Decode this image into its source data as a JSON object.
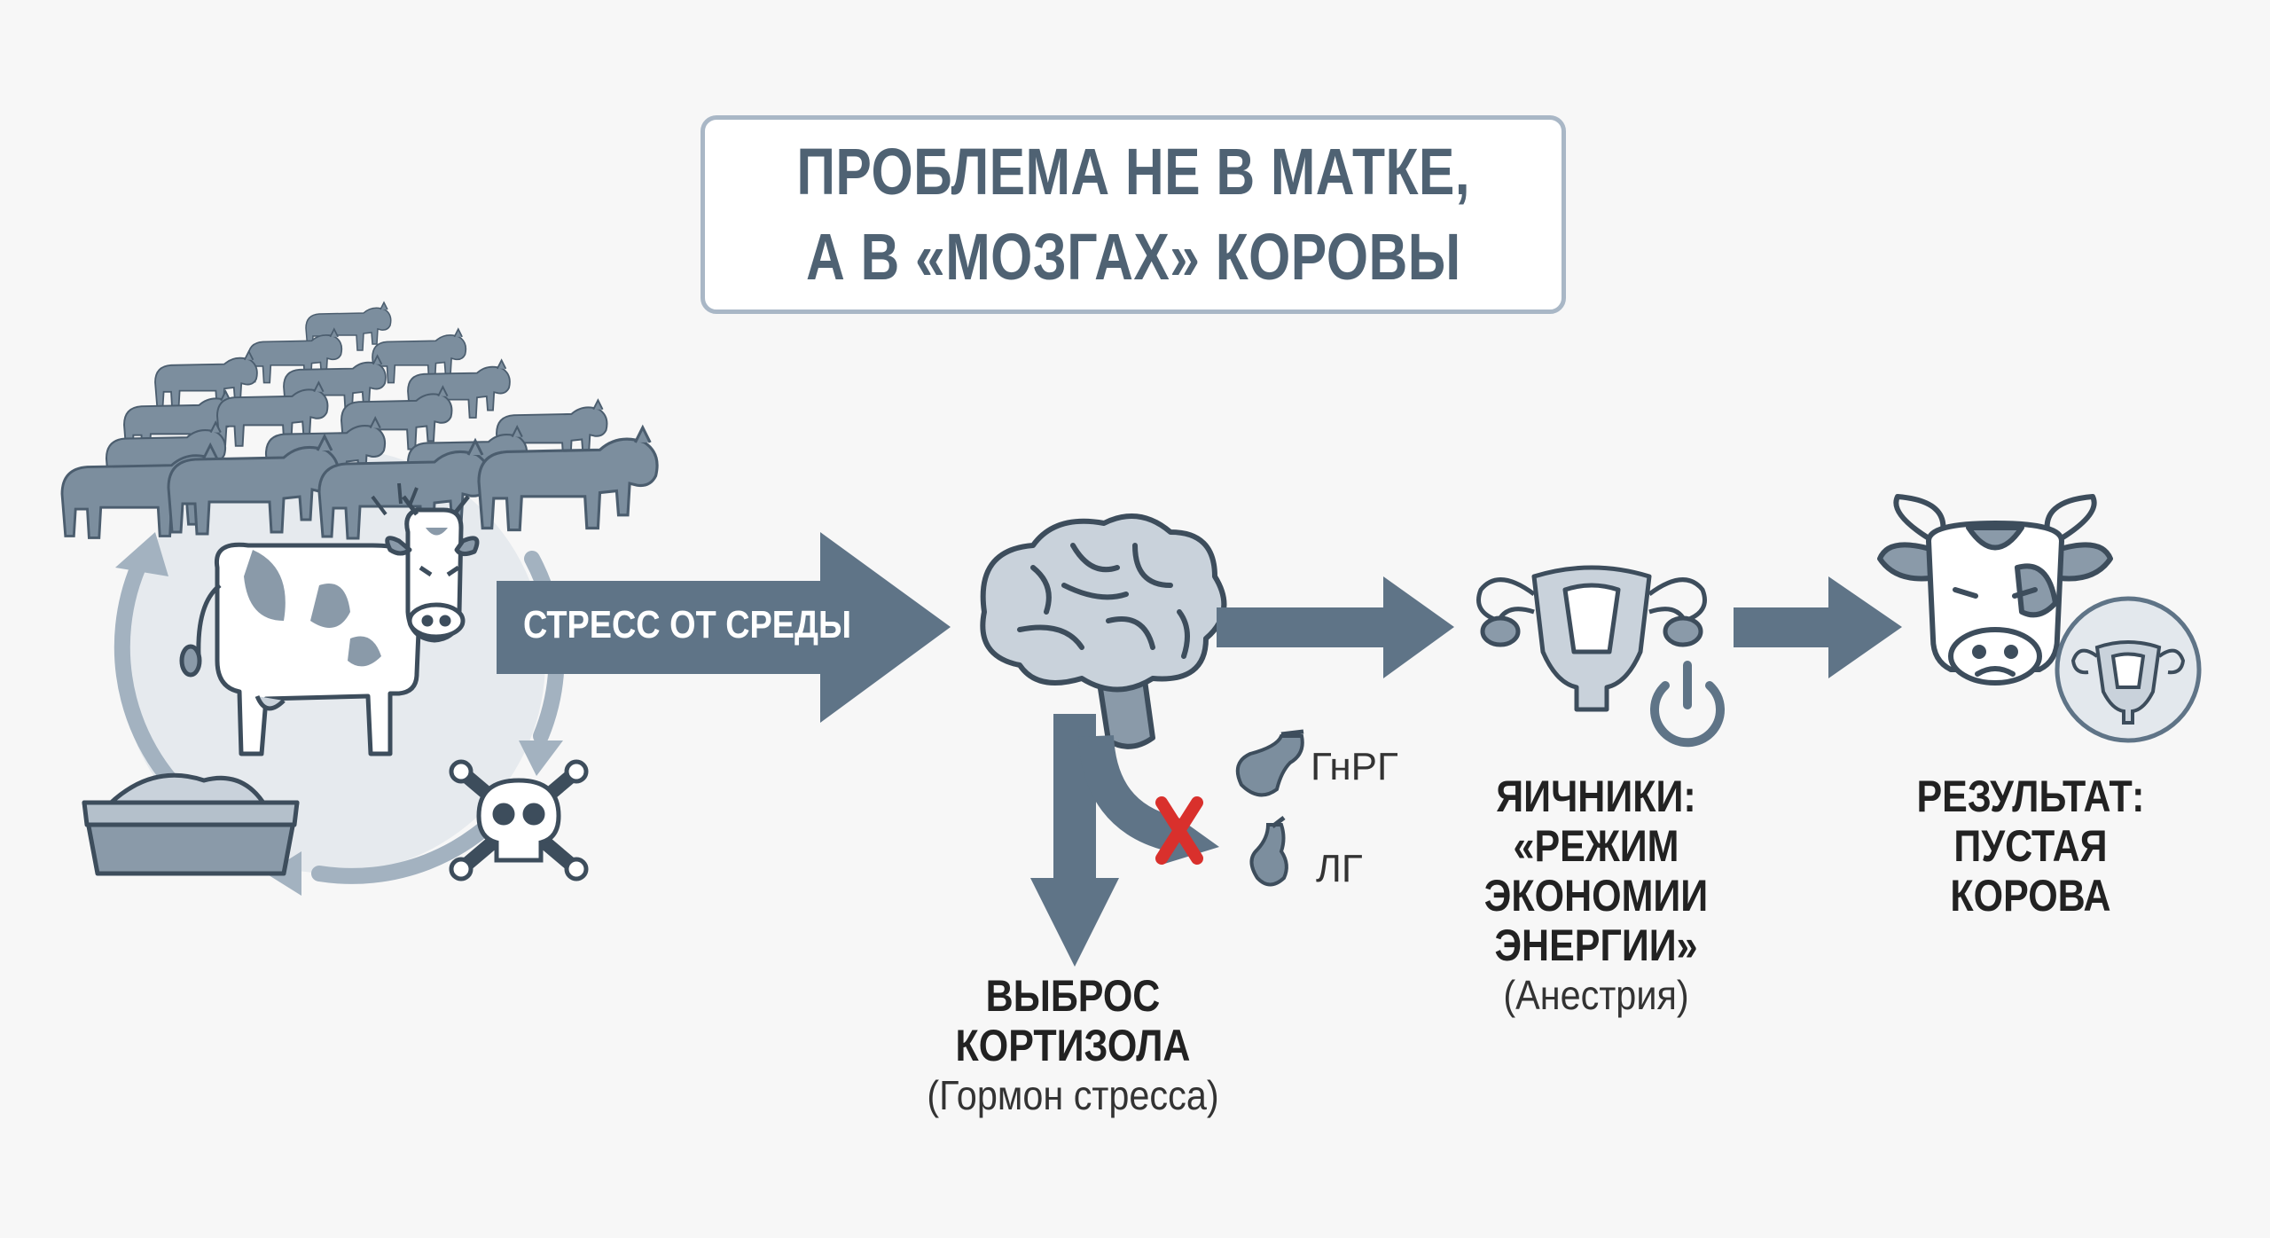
{
  "title": {
    "line1": "ПРОБЛЕМА НЕ В МАТКЕ,",
    "line2": "А В «МОЗГАХ» КОРОВЫ"
  },
  "stress_arrow": {
    "label": "СТРЕСС ОТ СРЕДЫ"
  },
  "hormones": {
    "gnrh": "ГнРГ",
    "lh": "ЛГ"
  },
  "cortisol": {
    "line1": "ВЫБРОС",
    "line2": "КОРТИЗОЛА",
    "note": "(Гормон стресса)"
  },
  "ovaries": {
    "line1": "ЯИЧНИКИ:",
    "line2": "«РЕЖИМ",
    "line3": "ЭКОНОМИИ",
    "line4": "ЭНЕРГИИ»",
    "note": "(Анестрия)"
  },
  "result": {
    "line1": "РЕЗУЛЬТАТ:",
    "line2": "ПУСТАЯ",
    "line3": "КОРОВА"
  },
  "icons": [
    "cow-herd-icon",
    "stressed-cow-icon",
    "cycle-arrows-icon",
    "feed-trough-icon",
    "skull-crossbones-icon",
    "brain-icon",
    "gland-icon",
    "blocked-x-icon",
    "uterus-ovaries-icon",
    "power-icon",
    "sad-cow-icon"
  ],
  "colors": {
    "primary": "#5f7487",
    "light": "#c9d2db",
    "circle": "#e6eaee",
    "block": "#d9302c",
    "text": "#222222"
  }
}
